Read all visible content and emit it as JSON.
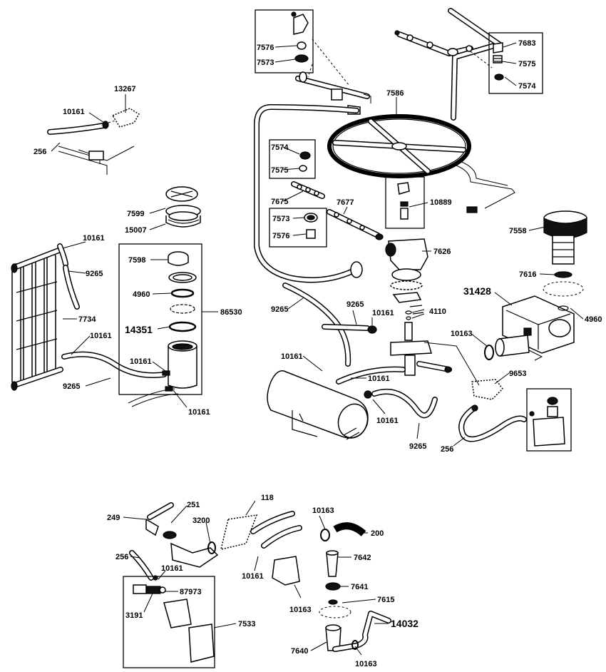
{
  "diagram": {
    "labels": {
      "l13267": "13267",
      "l10161_a": "10161",
      "l256_a": "256",
      "l7599": "7599",
      "l15007": "15007",
      "l10161_b": "10161",
      "l9265_a": "9265",
      "l7734": "7734",
      "l10161_c": "10161",
      "l9265_b": "9265",
      "l7598": "7598",
      "l4960_a": "4960",
      "l14351": "14351",
      "l86530": "86530",
      "l10161_d": "10161",
      "l10161_e": "10161",
      "l7576_a": "7576",
      "l7573_a": "7573",
      "l7683": "7683",
      "l7575_a": "7575",
      "l7574_a": "7574",
      "l7586": "7586",
      "l7574_b": "7574",
      "l7575_b": "7575",
      "l7675": "7675",
      "l7677": "7677",
      "l10889": "10889",
      "l7573_b": "7573",
      "l7576_b": "7576",
      "l7558": "7558",
      "l7626": "7626",
      "l7616": "7616",
      "l31428": "31428",
      "l4960_b": "4960",
      "l9265_c": "9265",
      "l9265_d": "9265",
      "l10161_f": "10161",
      "l4110": "4110",
      "l10163_a": "10163",
      "l10161_g": "10161",
      "l10161_h": "10161",
      "l9653": "9653",
      "l10161_i": "10161",
      "l9265_e": "9265",
      "l256_b": "256",
      "l118": "118",
      "l249": "249",
      "l251": "251",
      "l3200": "3200",
      "l10163_b": "10163",
      "l200": "200",
      "l256_c": "256",
      "l10161_j": "10161",
      "l7642": "7642",
      "l10161_k": "10161",
      "l87973": "87973",
      "l7641": "7641",
      "l3191": "3191",
      "l10163_c": "10163",
      "l7615": "7615",
      "l7533": "7533",
      "l14032": "14032",
      "l7640": "7640",
      "l10163_d": "10163"
    }
  }
}
